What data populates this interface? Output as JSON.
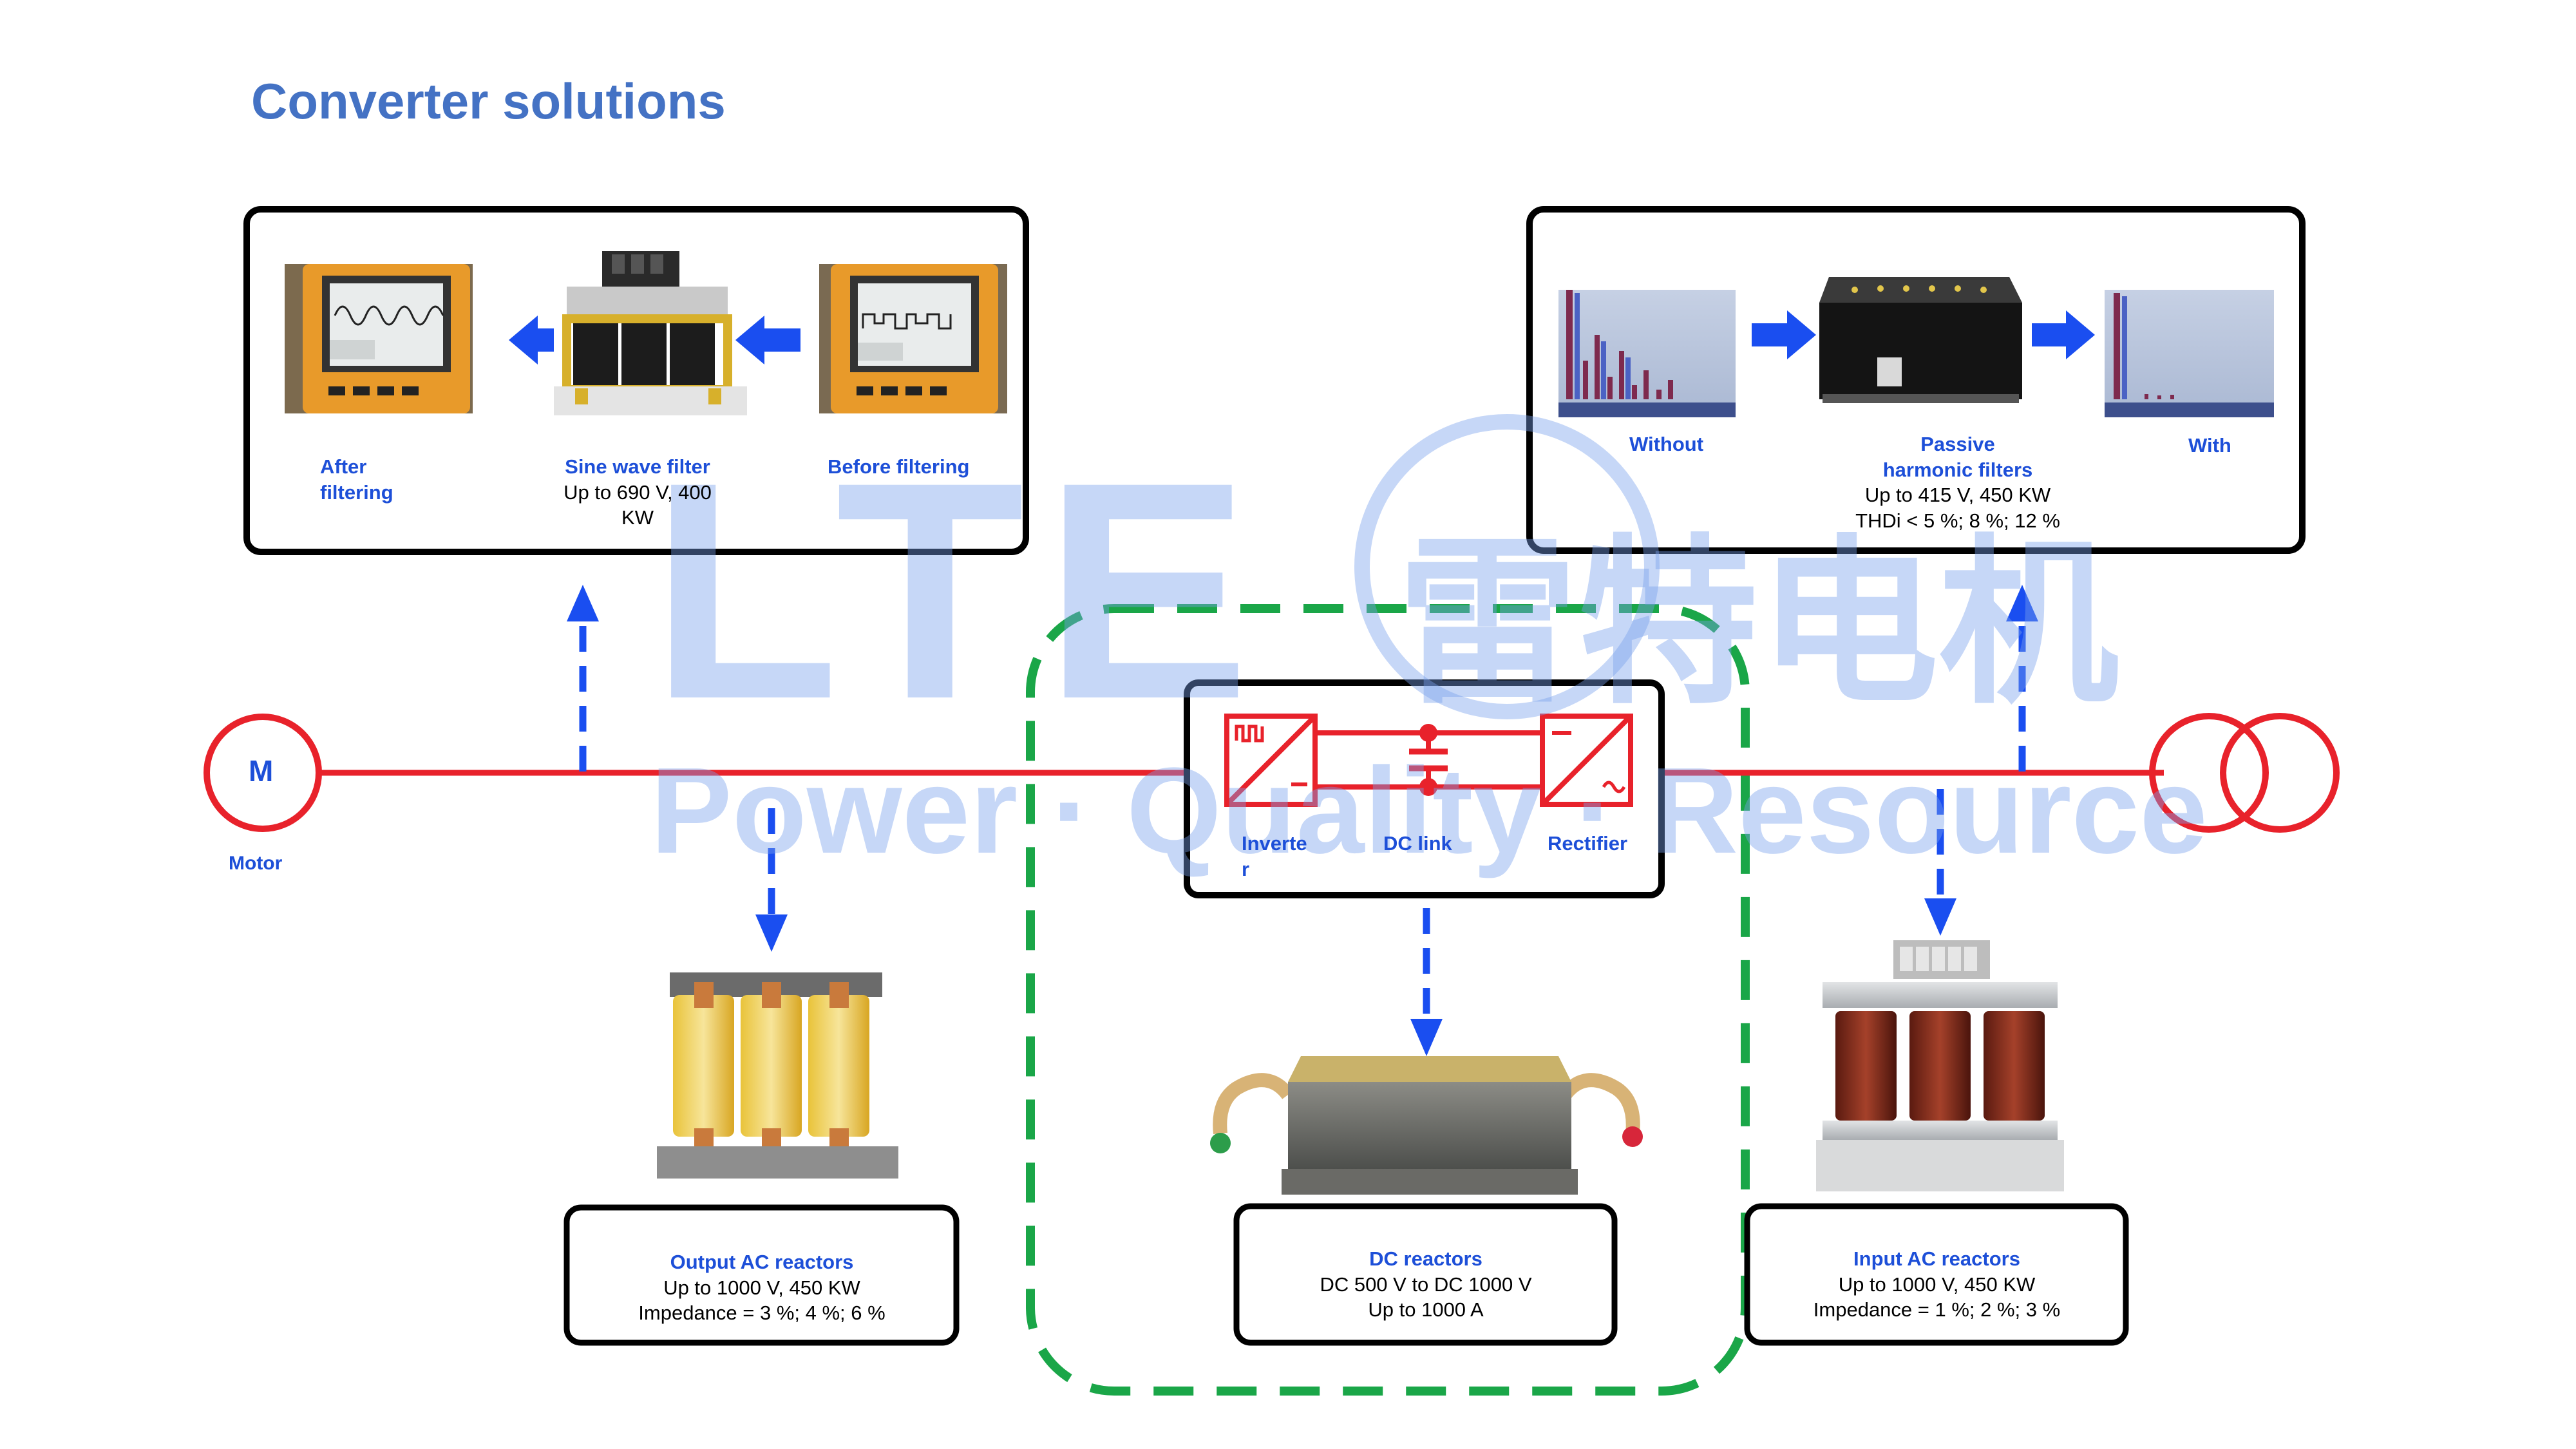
{
  "title": "Converter solutions",
  "watermark": {
    "logo": "LTE",
    "chinese": "雷特电机",
    "slogan": "Power · Quality · Resource"
  },
  "sine_filter_panel": {
    "after": "After filtering",
    "product": "Sine wave filter",
    "spec": "Up to 690 V, 400 KW",
    "before": "Before filtering"
  },
  "harmonic_panel": {
    "without": "Without",
    "product_line1": "Passive",
    "product_line2": "harmonic filters",
    "spec1": "Up to 415 V, 450 KW",
    "spec2": "THDi < 5 %;   8 %;   12 %",
    "with": "With"
  },
  "motor": {
    "symbol": "M",
    "label": "Motor"
  },
  "converter": {
    "inverter": "Inverter",
    "dc_link": "DC link",
    "rectifier": "Rectifier"
  },
  "output_reactor": {
    "name": "Output AC reactors",
    "spec1": "Up to 1000 V, 450 KW",
    "spec2": "Impedance = 3 %; 4 %; 6 %"
  },
  "dc_reactor": {
    "name": "DC reactors",
    "spec1": "DC 500 V to DC 1000 V",
    "spec2": "Up to 1000 A"
  },
  "input_reactor": {
    "name": "Input AC reactors",
    "spec1": "Up to 1000 V, 450 KW",
    "spec2": "Impedance = 1 %; 2 %; 3 %"
  },
  "colors": {
    "title": "#4472c4",
    "label": "#1d4fd8",
    "line": "#e8222b",
    "arrow": "#1a4ef0",
    "dashed_box": "#1aa648"
  }
}
